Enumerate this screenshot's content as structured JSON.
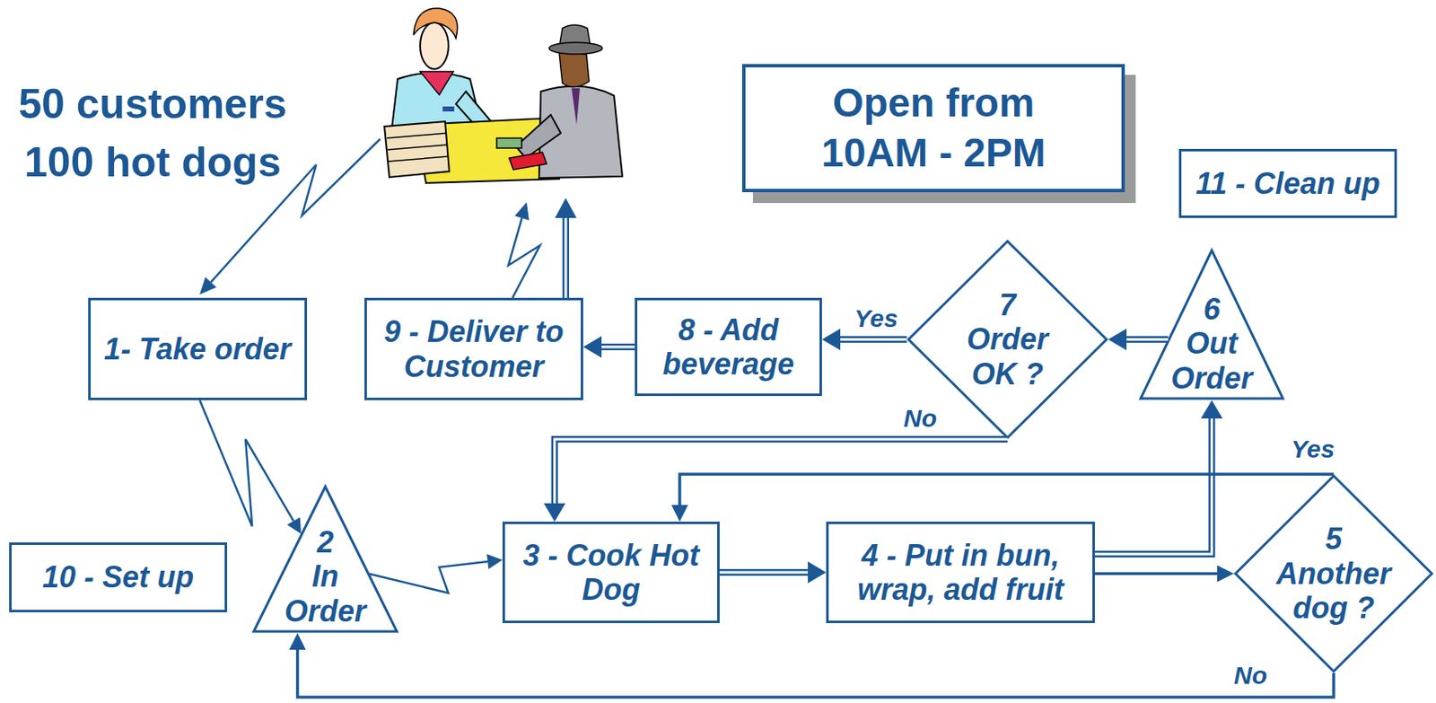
{
  "diagram": {
    "nodes": [
      {
        "text": [
          "1- Take order"
        ]
      },
      {
        "text": [
          "2",
          "In Order"
        ]
      },
      {
        "text": [
          "3 - Cook Hot Dog"
        ]
      },
      {
        "text": [
          "4 - Put in bun, wrap, add fruit"
        ]
      },
      {
        "text": [
          "5",
          "Another dog ?"
        ]
      },
      {
        "text": [
          "6",
          "Out Order"
        ]
      },
      {
        "text": [
          "7",
          "Order OK ?"
        ]
      },
      {
        "text": [
          "8 - Add beverage"
        ]
      },
      {
        "text": [
          "9 - Deliver to Customer"
        ]
      },
      {
        "text": [
          "10 - Set up"
        ]
      },
      {
        "text": [
          "11 - Clean up"
        ]
      },
      {
        "text": [
          "Open from 10AM - 2PM"
        ]
      }
    ],
    "edges": [
      {
        "from": 0,
        "to": 1,
        "arrow": "to"
      },
      {
        "from": 1,
        "to": 2,
        "arrow": "to"
      },
      {
        "from": 2,
        "to": 3,
        "arrow": "to"
      },
      {
        "from": 3,
        "to": 5,
        "arrow": "to"
      },
      {
        "from": 3,
        "to": 4,
        "arrow": "to"
      },
      {
        "from": 4,
        "to": 2,
        "label": "Yes",
        "arrow": "to"
      },
      {
        "from": 4,
        "to": 1,
        "label": "No",
        "arrow": "to"
      },
      {
        "from": 5,
        "to": 6,
        "arrow": "to"
      },
      {
        "from": 6,
        "to": 7,
        "label": "Yes",
        "arrow": "to"
      },
      {
        "from": 6,
        "to": 2,
        "label": "No",
        "arrow": "to"
      },
      {
        "from": 7,
        "to": 8,
        "arrow": "to"
      }
    ],
    "labels": [
      "50 customers 100 hot dogs"
    ]
  }
}
